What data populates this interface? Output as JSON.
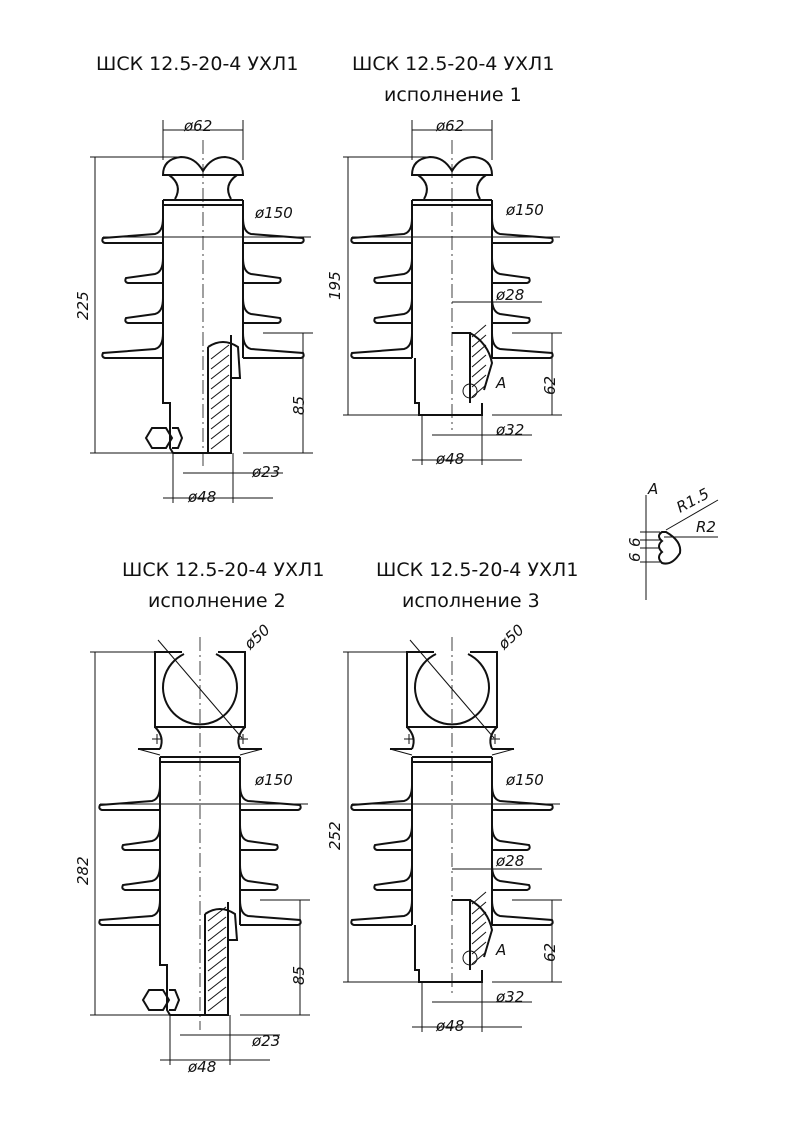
{
  "views": [
    {
      "title": "ШСК 12.5-20-4 УХЛ1",
      "subtitle": "",
      "dims": {
        "top_dia": "ø62",
        "shed_dia": "ø150",
        "height": "225",
        "fit_height": "85",
        "inner_dia": "ø23",
        "base_dia": "ø48"
      }
    },
    {
      "title": "ШСК 12.5-20-4 УХЛ1",
      "subtitle": "исполнение 1",
      "dims": {
        "top_dia": "ø62",
        "shed_dia": "ø150",
        "height": "195",
        "core_dia": "ø28",
        "fit_height": "62",
        "detail": "A",
        "inner_dia": "ø32",
        "base_dia": "ø48"
      }
    },
    {
      "title": "ШСК 12.5-20-4 УХЛ1",
      "subtitle": "исполнение 2",
      "dims": {
        "ring_dia": "ø50",
        "shed_dia": "ø150",
        "height": "282",
        "fit_height": "85",
        "inner_dia": "ø23",
        "base_dia": "ø48"
      }
    },
    {
      "title": "ШСК 12.5-20-4 УХЛ1",
      "subtitle": "исполнение 3",
      "dims": {
        "ring_dia": "ø50",
        "shed_dia": "ø150",
        "height": "252",
        "core_dia": "ø28",
        "fit_height": "62",
        "detail": "A",
        "inner_dia": "ø32",
        "base_dia": "ø48"
      }
    }
  ],
  "detail_a": {
    "label": "A",
    "r1": "R1.5",
    "r2": "R2",
    "pitch": "6",
    "pitch2": "6"
  }
}
